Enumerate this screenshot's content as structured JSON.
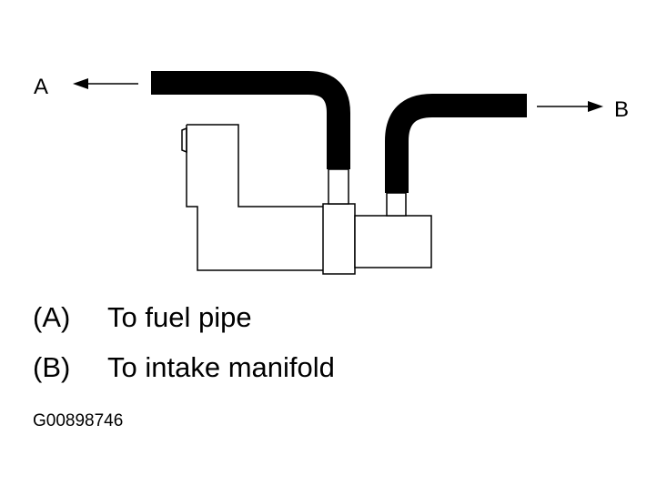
{
  "diagram": {
    "label_a": "A",
    "label_b": "B"
  },
  "legend": [
    {
      "key": "(A)",
      "text": "To fuel pipe"
    },
    {
      "key": "(B)",
      "text": "To intake manifold"
    }
  ],
  "figure_id": "G00898746",
  "colors": {
    "ink": "#000000",
    "background": "#ffffff"
  }
}
